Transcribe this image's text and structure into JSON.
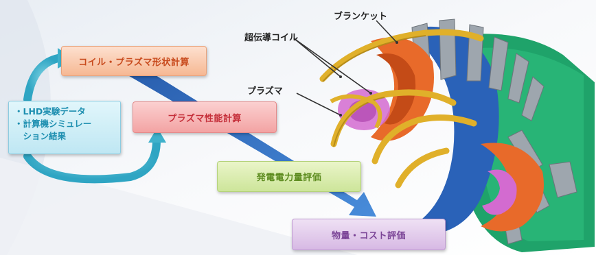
{
  "flow": {
    "coil_plasma_shape": "コイル・プラズマ形状計算",
    "plasma_performance": "プラズマ性能計算",
    "power_evaluation": "発電電力量評価",
    "quantity_cost": "物量・コスト評価"
  },
  "input_box": {
    "line1": "・LHD実験データ",
    "line2": "・計算機シミュレー",
    "line3": "　ション結果"
  },
  "labels": {
    "blanket": "ブランケット",
    "superconducting_coil": "超伝導コイル",
    "plasma": "プラズマ"
  },
  "colors": {
    "flow_arrow": "#2f6fc4",
    "cycle_arrow": "#4bb7cf",
    "coil": "#e0b02a",
    "blanket": "#e86a2a",
    "plasma": "#d36bd0",
    "outer_shell": "#1fa36a",
    "vessel": "#2a62b8"
  }
}
